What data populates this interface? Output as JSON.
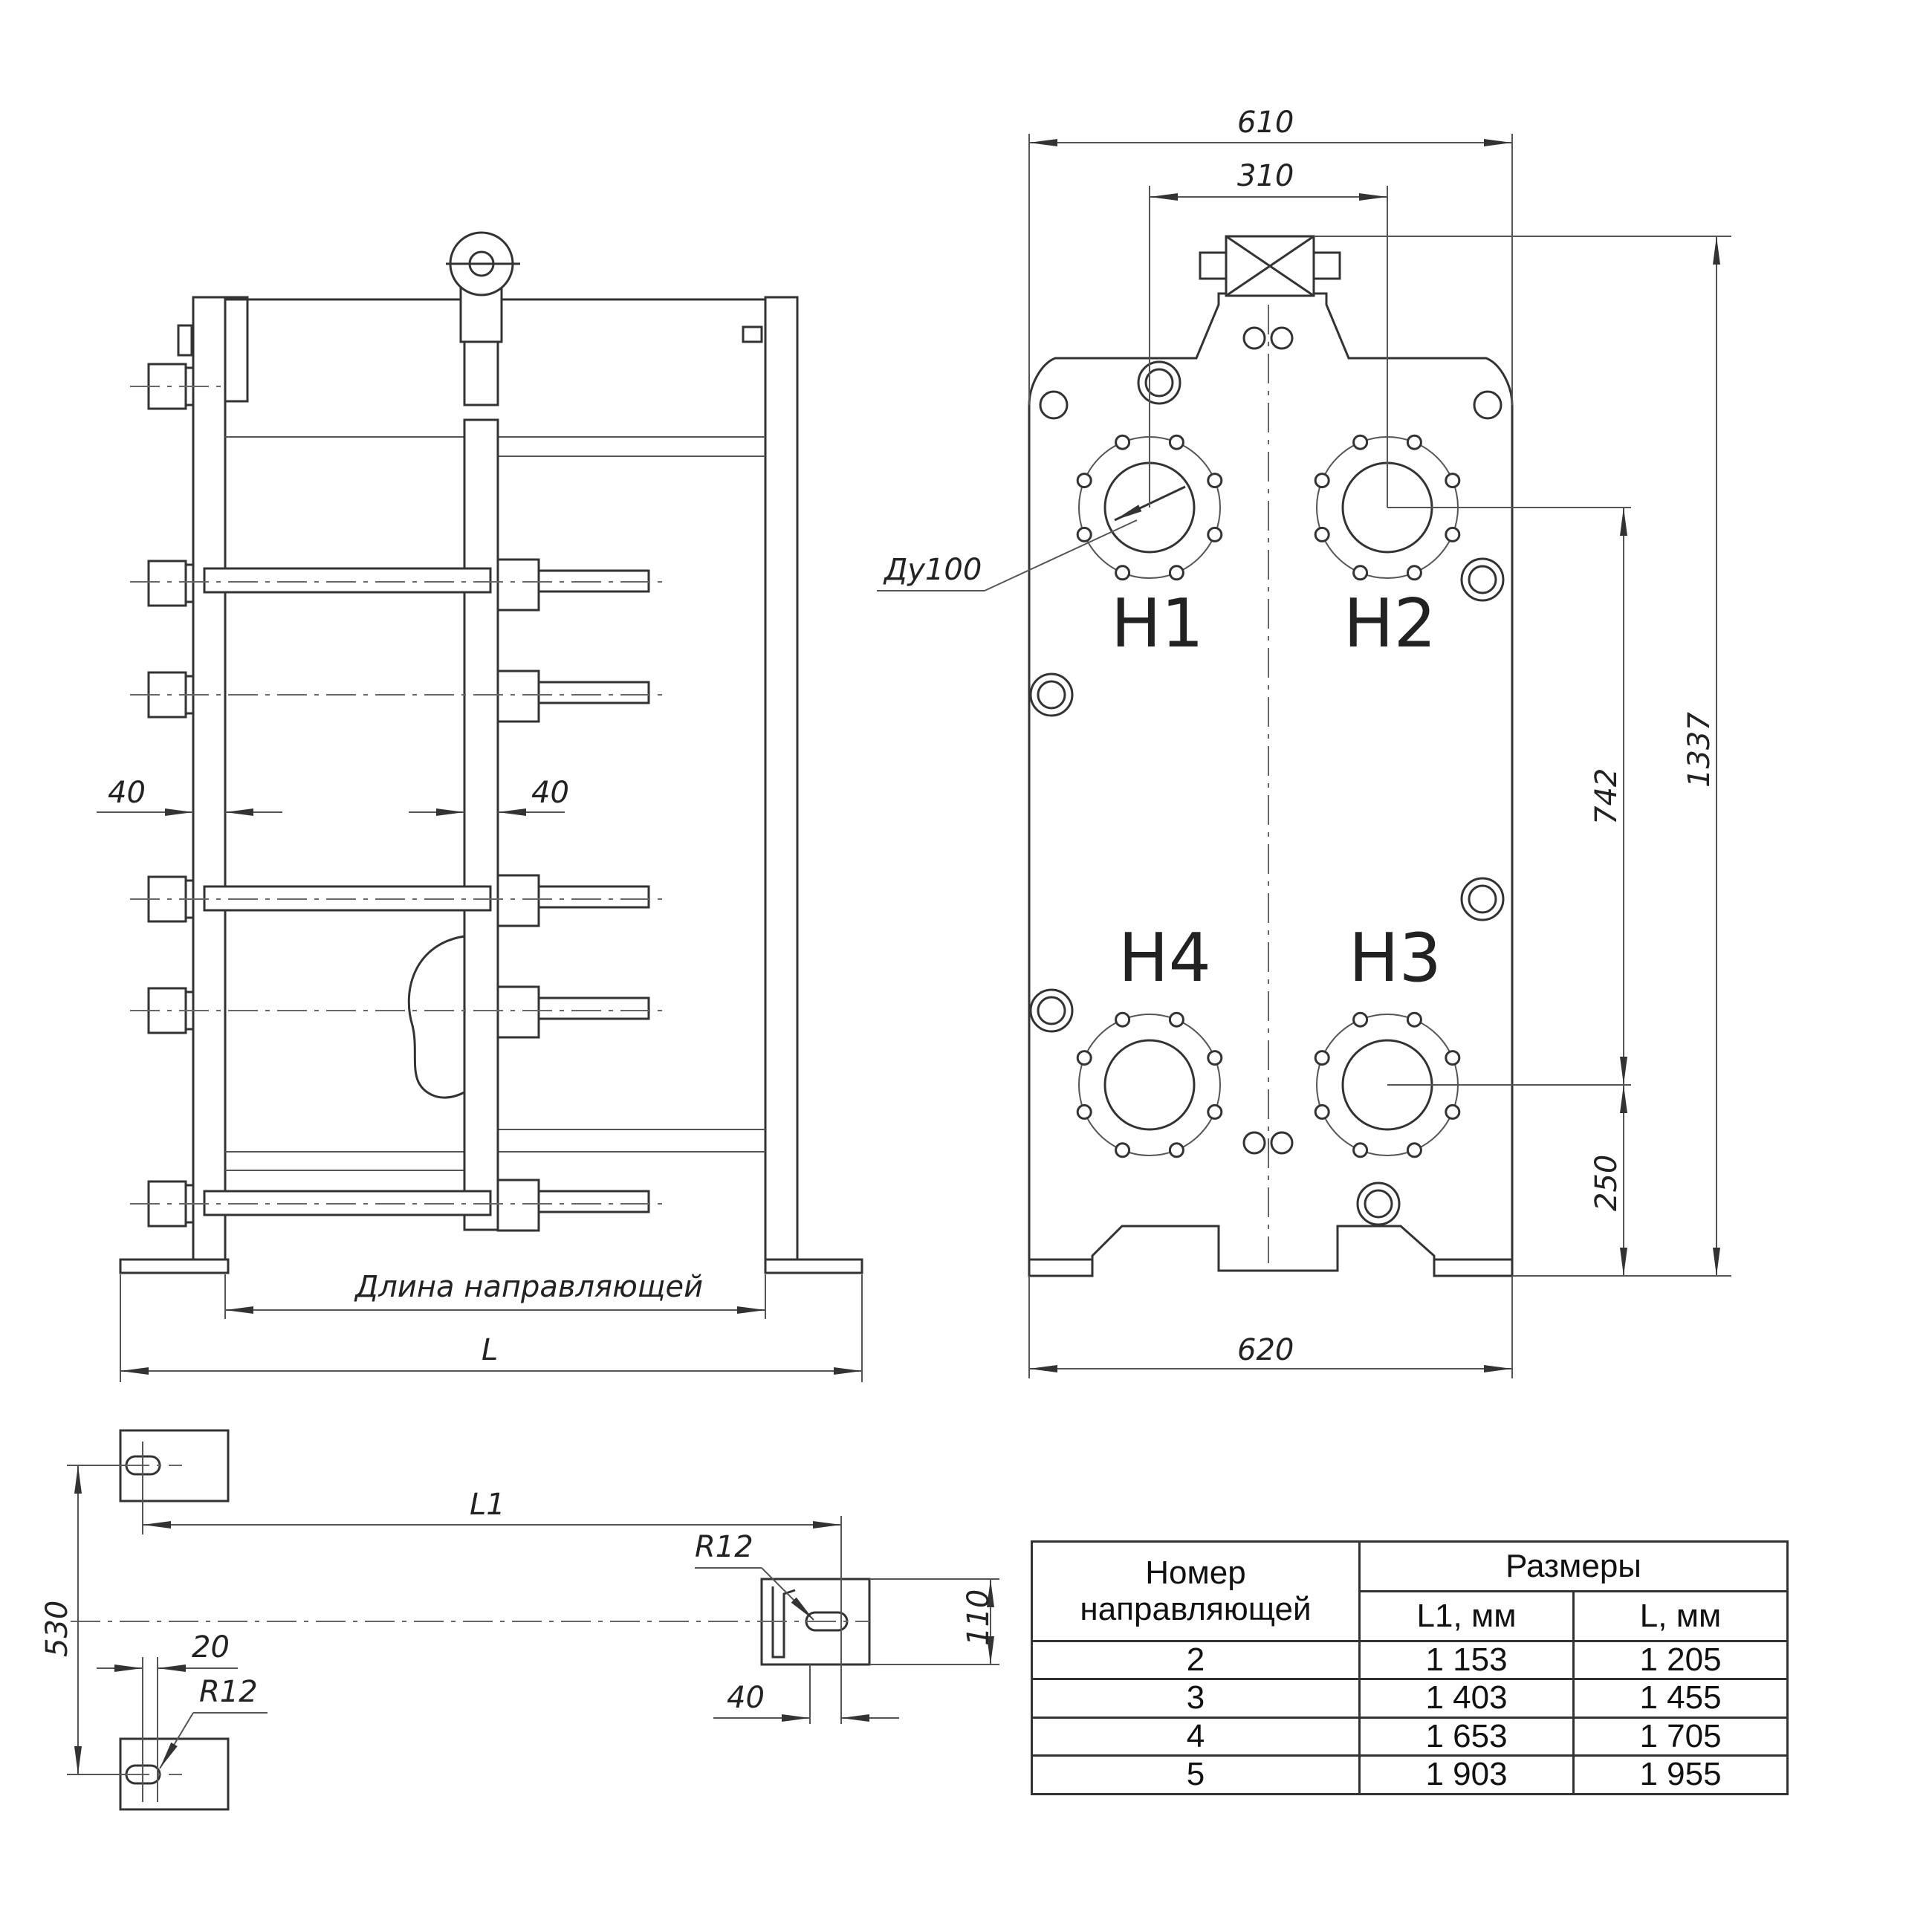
{
  "side_view": {
    "dim_left_40": "40",
    "dim_right_40": "40",
    "guide_length_label": "Длина направляющей",
    "overall_length_label": "L"
  },
  "front_view": {
    "dim_width_top": "610",
    "dim_port_spacing": "310",
    "dim_height_total": "1337",
    "dim_port_vertical": "742",
    "dim_bottom_port": "250",
    "dim_width_base": "620",
    "nozzle_label": "Ду100",
    "ports": [
      "Н1",
      "Н2",
      "Н4",
      "Н3"
    ]
  },
  "guide_detail": {
    "dim_length": "L1",
    "dim_radius_right": "R12",
    "dim_height": "530",
    "dim_slot_width": "20",
    "dim_radius_left": "R12",
    "dim_end_height": "110",
    "dim_end_offset": "40"
  },
  "table": {
    "col_number_header": "Номер направляющей",
    "col_sizes_header": "Размеры",
    "col_l1": "L1, мм",
    "col_l": "L, мм",
    "rows": [
      {
        "number": "2",
        "l1": "1 153",
        "l": "1 205"
      },
      {
        "number": "3",
        "l1": "1 403",
        "l": "1 455"
      },
      {
        "number": "4",
        "l1": "1 653",
        "l": "1 705"
      },
      {
        "number": "5",
        "l1": "1 903",
        "l": "1 955"
      }
    ]
  }
}
